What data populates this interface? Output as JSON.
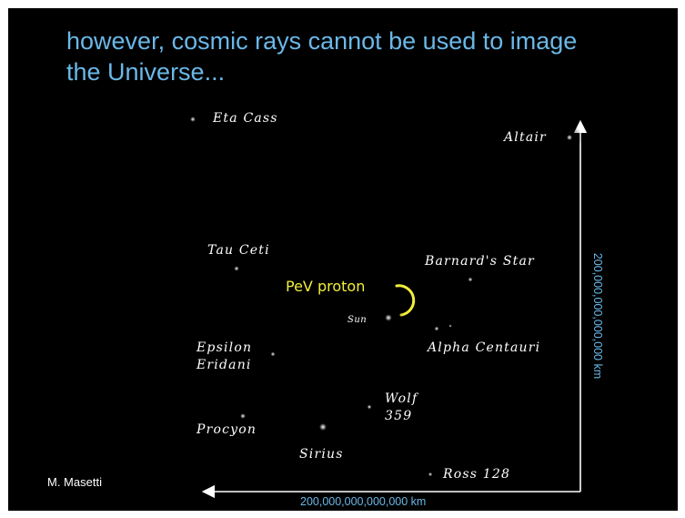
{
  "slide": {
    "title_lines": [
      "however, cosmic rays cannot be used to image",
      "the Universe..."
    ],
    "credit": "M. Masetti"
  },
  "diagram": {
    "x_axis_label": "200,000,000,000,000 km",
    "y_axis_label": "200,000,000,000,000 km",
    "proton_label": "PeV proton",
    "stars": [
      {
        "id": "eta-cass",
        "label": "Eta Cass",
        "color": "#f0e2b0"
      },
      {
        "id": "altair",
        "label": "Altair",
        "color": "#e7b4c6"
      },
      {
        "id": "tau-ceti",
        "label": "Tau Ceti",
        "color": "#e8e2b2"
      },
      {
        "id": "barnards-star",
        "label": "Barnard's Star",
        "color": "#d989c4"
      },
      {
        "id": "sun",
        "label": "Sun",
        "color": "#e2ddcf"
      },
      {
        "id": "alpha-centauri",
        "label": "Alpha Centauri",
        "color": "#dcdccc"
      },
      {
        "id": "epsilon-eridani",
        "label_lines": [
          "Epsilon",
          "Eridani"
        ],
        "color": "#c9e3b2"
      },
      {
        "id": "wolf-359",
        "label_lines": [
          "Wolf",
          "359"
        ],
        "color": "#9a4fe0"
      },
      {
        "id": "procyon",
        "label": "Procyon",
        "color": "#b8d2ec"
      },
      {
        "id": "sirius",
        "label": "Sirius",
        "color": "#c9e4f6"
      },
      {
        "id": "ross-128",
        "label": "Ross 128",
        "color": "#d27bc7"
      }
    ],
    "colors": {
      "background": "#000000",
      "title": "#6ab8e8",
      "axis": "#ffffff",
      "axis_label": "#6ab8e8",
      "proton": "#f2ee3a"
    }
  }
}
